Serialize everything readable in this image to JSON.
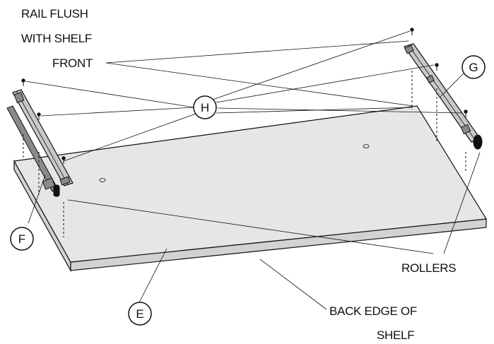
{
  "labels": {
    "rail_flush_line1": "RAIL FLUSH",
    "rail_flush_line2": "WITH SHELF",
    "rail_flush_line3": "FRONT",
    "rollers": "ROLLERS",
    "back_edge_line1": "BACK EDGE OF",
    "back_edge_line2": "SHELF"
  },
  "callouts": {
    "shelf": "E",
    "left_rail": "F",
    "right_rail": "G",
    "screws": "H"
  }
}
